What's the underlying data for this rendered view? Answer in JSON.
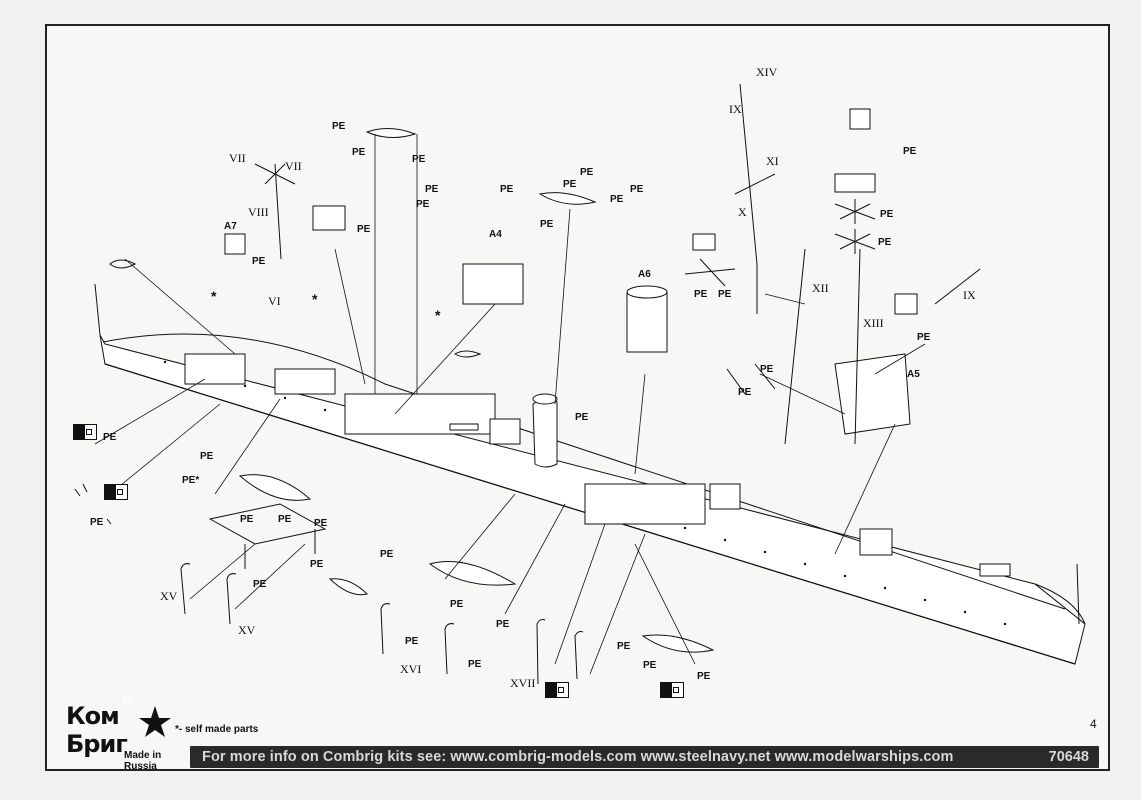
{
  "labels": {
    "pe": "PE",
    "a4": "A4",
    "a5": "A5",
    "a6": "A6",
    "a7": "A7",
    "asterisk": "*",
    "asterisk_pe": "PE*"
  },
  "roman": {
    "vi": "VI",
    "vii": "VII",
    "viii": "VIII",
    "ix": "IX",
    "x": "X",
    "xi": "XI",
    "xii": "XII",
    "xiii": "XIII",
    "xiv": "XIV",
    "xv": "XV",
    "xvi": "XVI",
    "xvii": "XVII"
  },
  "legend": {
    "self_made": "*- self made parts"
  },
  "footer": {
    "info_text": "For more info on Combrig kits see: www.combrig-models.com www.steelnavy.net  www.modelwarships.com",
    "kit_number": "70648"
  },
  "page_number": "4",
  "logo": {
    "line1": "Ком",
    "line2": "Бриг",
    "made_in": "Made in Russia",
    "star_number": "25"
  },
  "colors": {
    "paper": "#f7f7f5",
    "ink": "#111111",
    "footer_bar": "#2a2a2a"
  }
}
